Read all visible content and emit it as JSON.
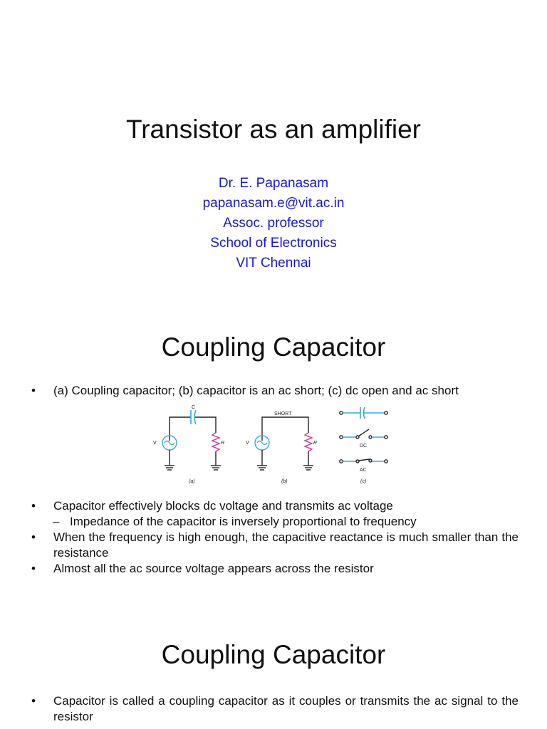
{
  "slide1": {
    "title": "Transistor as an amplifier",
    "author_lines": [
      "Dr. E. Papanasam",
      "papanasam.e@vit.ac.in",
      "Assoc. professor",
      "School of Electronics",
      "VIT Chennai"
    ]
  },
  "slide2": {
    "title": "Coupling Capacitor",
    "intro_bullet": "(a) Coupling capacitor; (b) capacitor is an ac short; (c) dc open and ac short",
    "figure": {
      "labels": {
        "c": "C",
        "v": "V",
        "r": "R",
        "short": "SHORT",
        "dc": "DC",
        "ac": "AC",
        "caption_a": "(a)",
        "caption_b": "(b)",
        "caption_c": "(c)"
      },
      "colors": {
        "component": "#3aa7d8",
        "resistor": "#d0379a",
        "wire": "#222222"
      }
    },
    "bullets": [
      {
        "level": 1,
        "text": "Capacitor effectively blocks dc voltage and transmits ac voltage"
      },
      {
        "level": 2,
        "text": "Impedance of the capacitor is inversely proportional to frequency"
      },
      {
        "level": 1,
        "text": "When the frequency is high enough, the capacitive reactance is much smaller than the resistance"
      },
      {
        "level": 1,
        "text": "Almost all the ac source voltage appears across the resistor"
      }
    ]
  },
  "slide3": {
    "title": "Coupling Capacitor",
    "bullets": [
      {
        "level": 1,
        "text": "Capacitor is called a coupling capacitor as it couples or transmits the ac signal to the resistor"
      }
    ]
  }
}
